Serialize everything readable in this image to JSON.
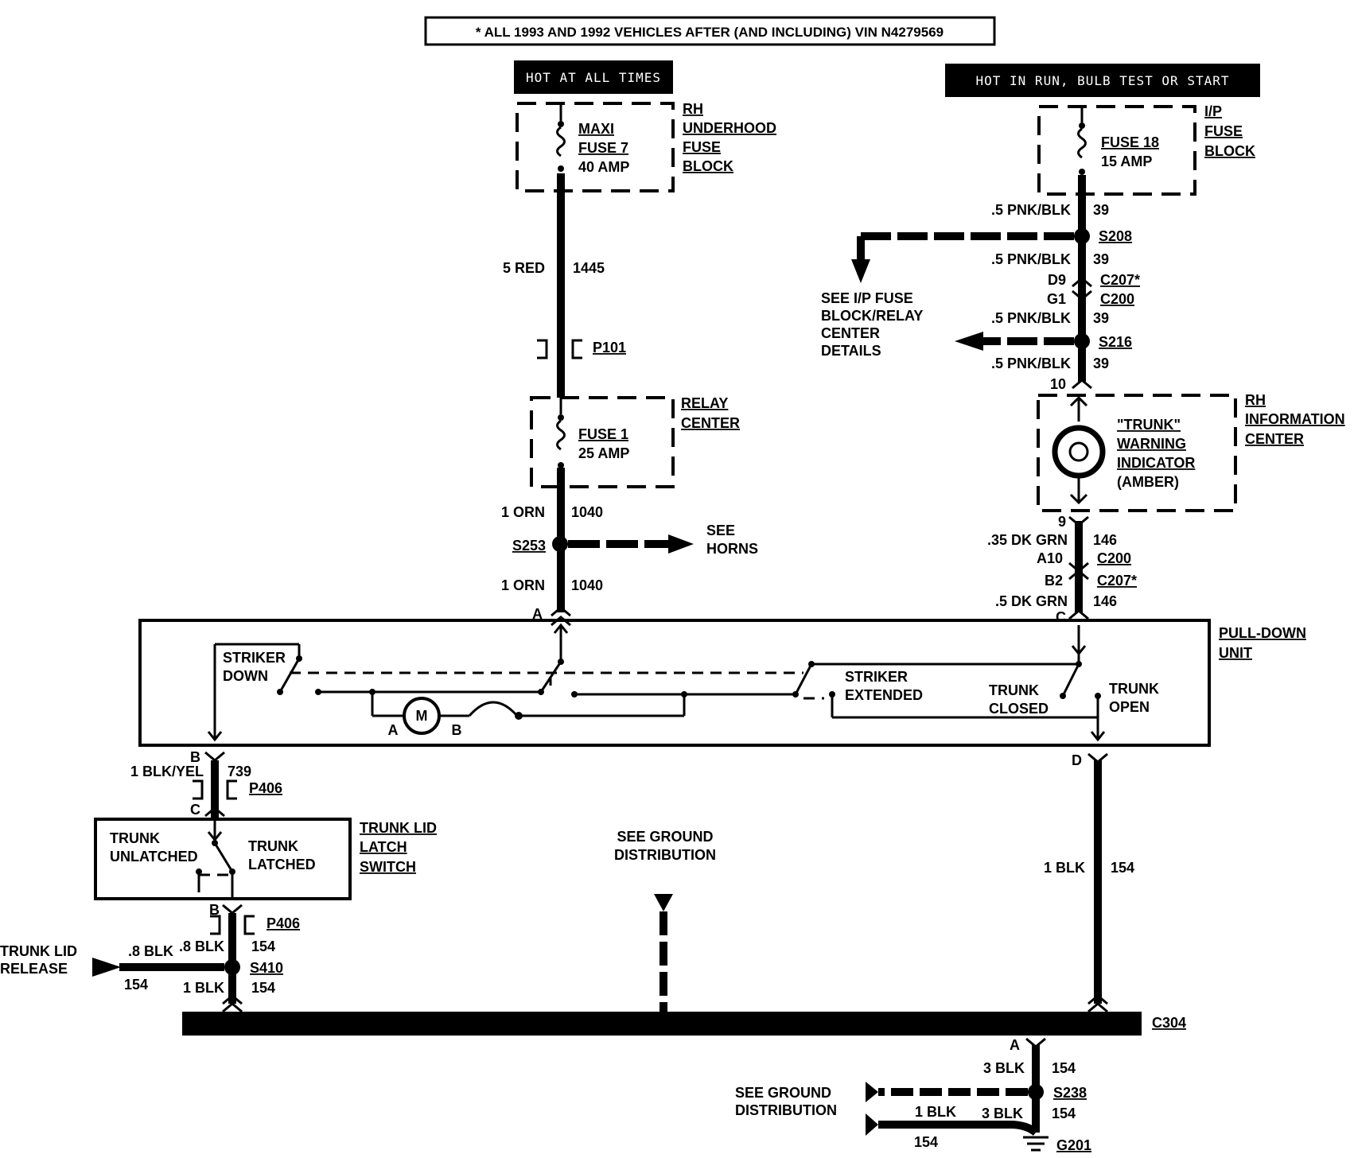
{
  "note": "* ALL 1993 AND 1992 VEHICLES AFTER (AND INCLUDING) VIN N4279569",
  "hot_left": "HOT AT ALL TIMES",
  "hot_right": "HOT IN RUN, BULB TEST OR START",
  "underhood": {
    "fuse_line1": "MAXI",
    "fuse_line2": "FUSE 7",
    "fuse_line3": "40 AMP",
    "label": [
      "RH",
      "UNDERHOOD",
      "FUSE",
      "BLOCK"
    ]
  },
  "wire_5red": {
    "gauge": "5 RED",
    "circuit": "1445"
  },
  "p101": "P101",
  "relay_center": {
    "fuse_line1": "FUSE 1",
    "fuse_line2": "25 AMP",
    "label": [
      "RELAY",
      "CENTER"
    ]
  },
  "wire_orn_top": {
    "gauge": "1 ORN",
    "circuit": "1040"
  },
  "s253": "S253",
  "see_horns": [
    "SEE",
    "HORNS"
  ],
  "wire_orn_bottom": {
    "gauge": "1 ORN",
    "circuit": "1040"
  },
  "pin_a_top": "A",
  "ip_fuse": {
    "fuse_line1": "FUSE 18",
    "fuse_line2": "15 AMP",
    "label": [
      "I/P",
      "FUSE",
      "BLOCK"
    ]
  },
  "right_wires": {
    "w1": {
      "gauge": ".5 PNK/BLK",
      "circuit": "39"
    },
    "s208": "S208",
    "w2": {
      "gauge": ".5 PNK/BLK",
      "circuit": "39"
    },
    "d9": "D9",
    "c207a": "C207*",
    "g1": "G1",
    "c200a": "C200",
    "w3": {
      "gauge": ".5 PNK/BLK",
      "circuit": "39"
    },
    "s216": "S216",
    "w4": {
      "gauge": ".5 PNK/BLK",
      "circuit": "39"
    },
    "pin10": "10",
    "pin9": "9",
    "w5": {
      "gauge": ".35 DK GRN",
      "circuit": "146"
    },
    "a10": "A10",
    "c200b": "C200",
    "b2": "B2",
    "c207b": "C207*",
    "w6": {
      "gauge": ".5 DK GRN",
      "circuit": "146"
    },
    "pin_c": "C"
  },
  "see_ip": [
    "SEE I/P FUSE",
    "BLOCK/RELAY",
    "CENTER",
    "DETAILS"
  ],
  "info_center": {
    "ind": [
      "\"TRUNK\"",
      "WARNING",
      "INDICATOR",
      "(AMBER)"
    ],
    "label": [
      "RH",
      "INFORMATION",
      "CENTER"
    ]
  },
  "pulldown": {
    "label": [
      "PULL-DOWN",
      "UNIT"
    ],
    "striker_down": [
      "STRIKER",
      "DOWN"
    ],
    "striker_ext": [
      "STRIKER",
      "EXTENDED"
    ],
    "trunk_closed": [
      "TRUNK",
      "CLOSED"
    ],
    "trunk_open": [
      "TRUNK",
      "OPEN"
    ],
    "motor": "M",
    "motor_a": "A",
    "motor_b": "B"
  },
  "left_lower": {
    "pin_b": "B",
    "wire": {
      "gauge": "1 BLK/YEL",
      "circuit": "739"
    },
    "p406a": "P406",
    "pin_c": "C",
    "trunk_unlatched": [
      "TRUNK",
      "UNLATCHED"
    ],
    "trunk_latched": [
      "TRUNK",
      "LATCHED"
    ],
    "switch_label": [
      "TRUNK LID",
      "LATCH",
      "SWITCH"
    ],
    "pin_b2": "B",
    "p406b": "P406",
    "w_8blk": ".8 BLK",
    "circuit_154a": "154",
    "s410": "S410",
    "w_8blk2": ".8 BLK",
    "circuit_154b": "154",
    "w_1blk": "1 BLK",
    "circuit_154c": "154",
    "trunk_release": [
      "TRUNK LID",
      "RELEASE"
    ]
  },
  "see_ground_mid": [
    "SEE GROUND",
    "DISTRIBUTION"
  ],
  "right_lower": {
    "pin_d": "D",
    "wire": {
      "gauge": "1 BLK",
      "circuit": "154"
    }
  },
  "c304": "C304",
  "bottom": {
    "pin_a": "A",
    "w_3blk": "3 BLK",
    "circuit_154a": "154",
    "s238": "S238",
    "w_1blk": "1 BLK",
    "w_3blk2": "3 BLK",
    "circuit_154b": "154",
    "circuit_154c": "154",
    "g201": "G201",
    "see_ground": [
      "SEE GROUND",
      "DISTRIBUTION"
    ]
  }
}
